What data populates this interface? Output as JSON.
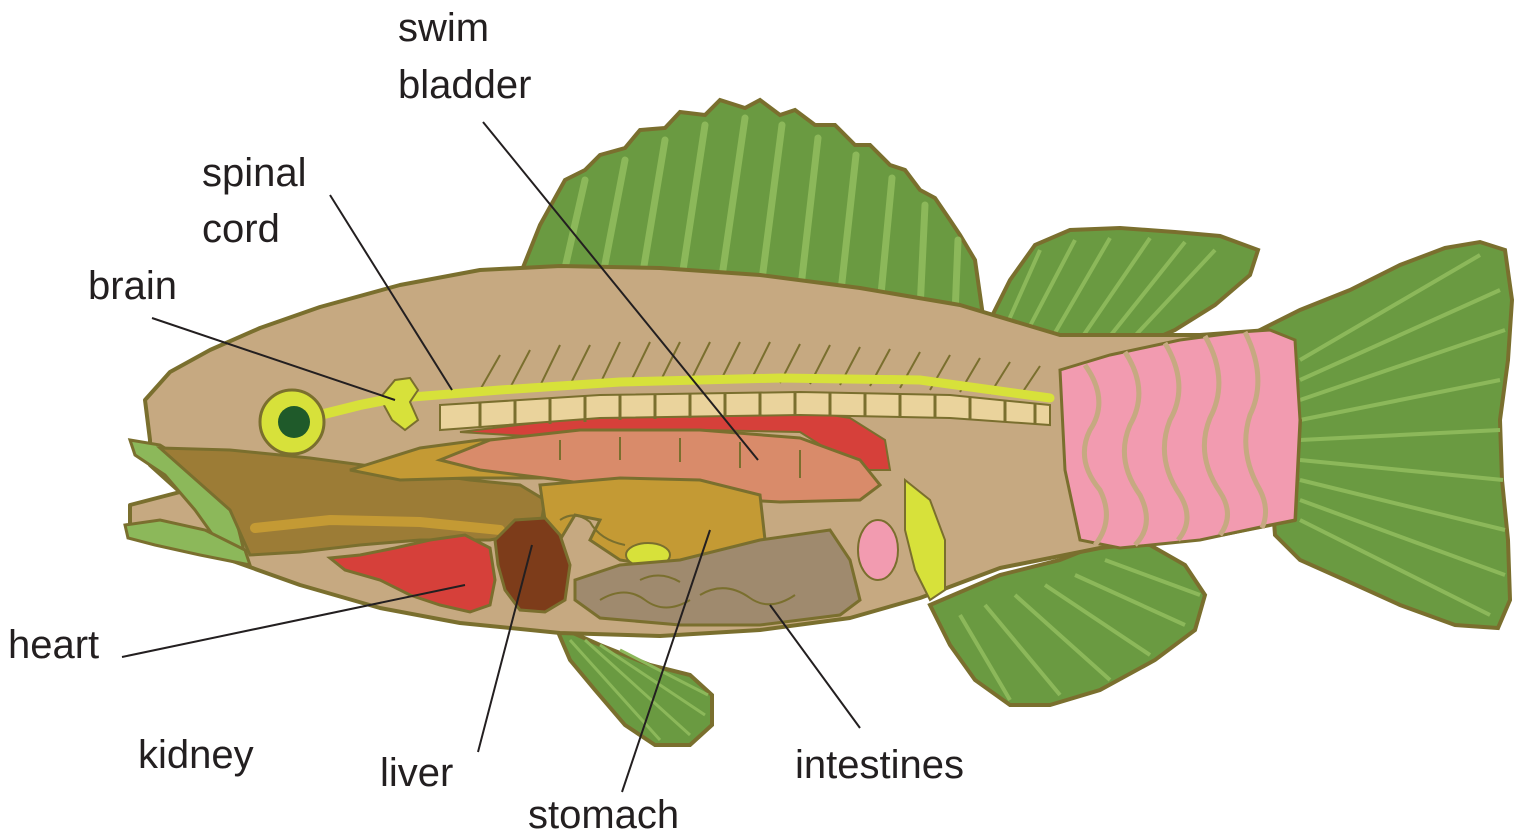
{
  "labels": {
    "swim": "swim",
    "bladder": "bladder",
    "spinal": "spinal",
    "cord": "cord",
    "brain": "brain",
    "heart": "heart",
    "kidney": "kidney",
    "liver": "liver",
    "stomach": "stomach",
    "intestines": "intestines"
  },
  "colors": {
    "outline": "#7a6f2e",
    "body": "#c6a981",
    "fin": "#6a9a41",
    "fin_light": "#8cb85a",
    "tail_band": "#f29bb0",
    "nerve": "#d7e13a",
    "eye_pupil": "#1f5a2a",
    "vertebra": "#ead39c",
    "muscle_red": "#d6403a",
    "swim_bladder": "#d98b6a",
    "stomach": "#c49a34",
    "liver": "#7d3c1a",
    "intestines": "#9f8a6e",
    "mouth": "#9c7c36"
  }
}
